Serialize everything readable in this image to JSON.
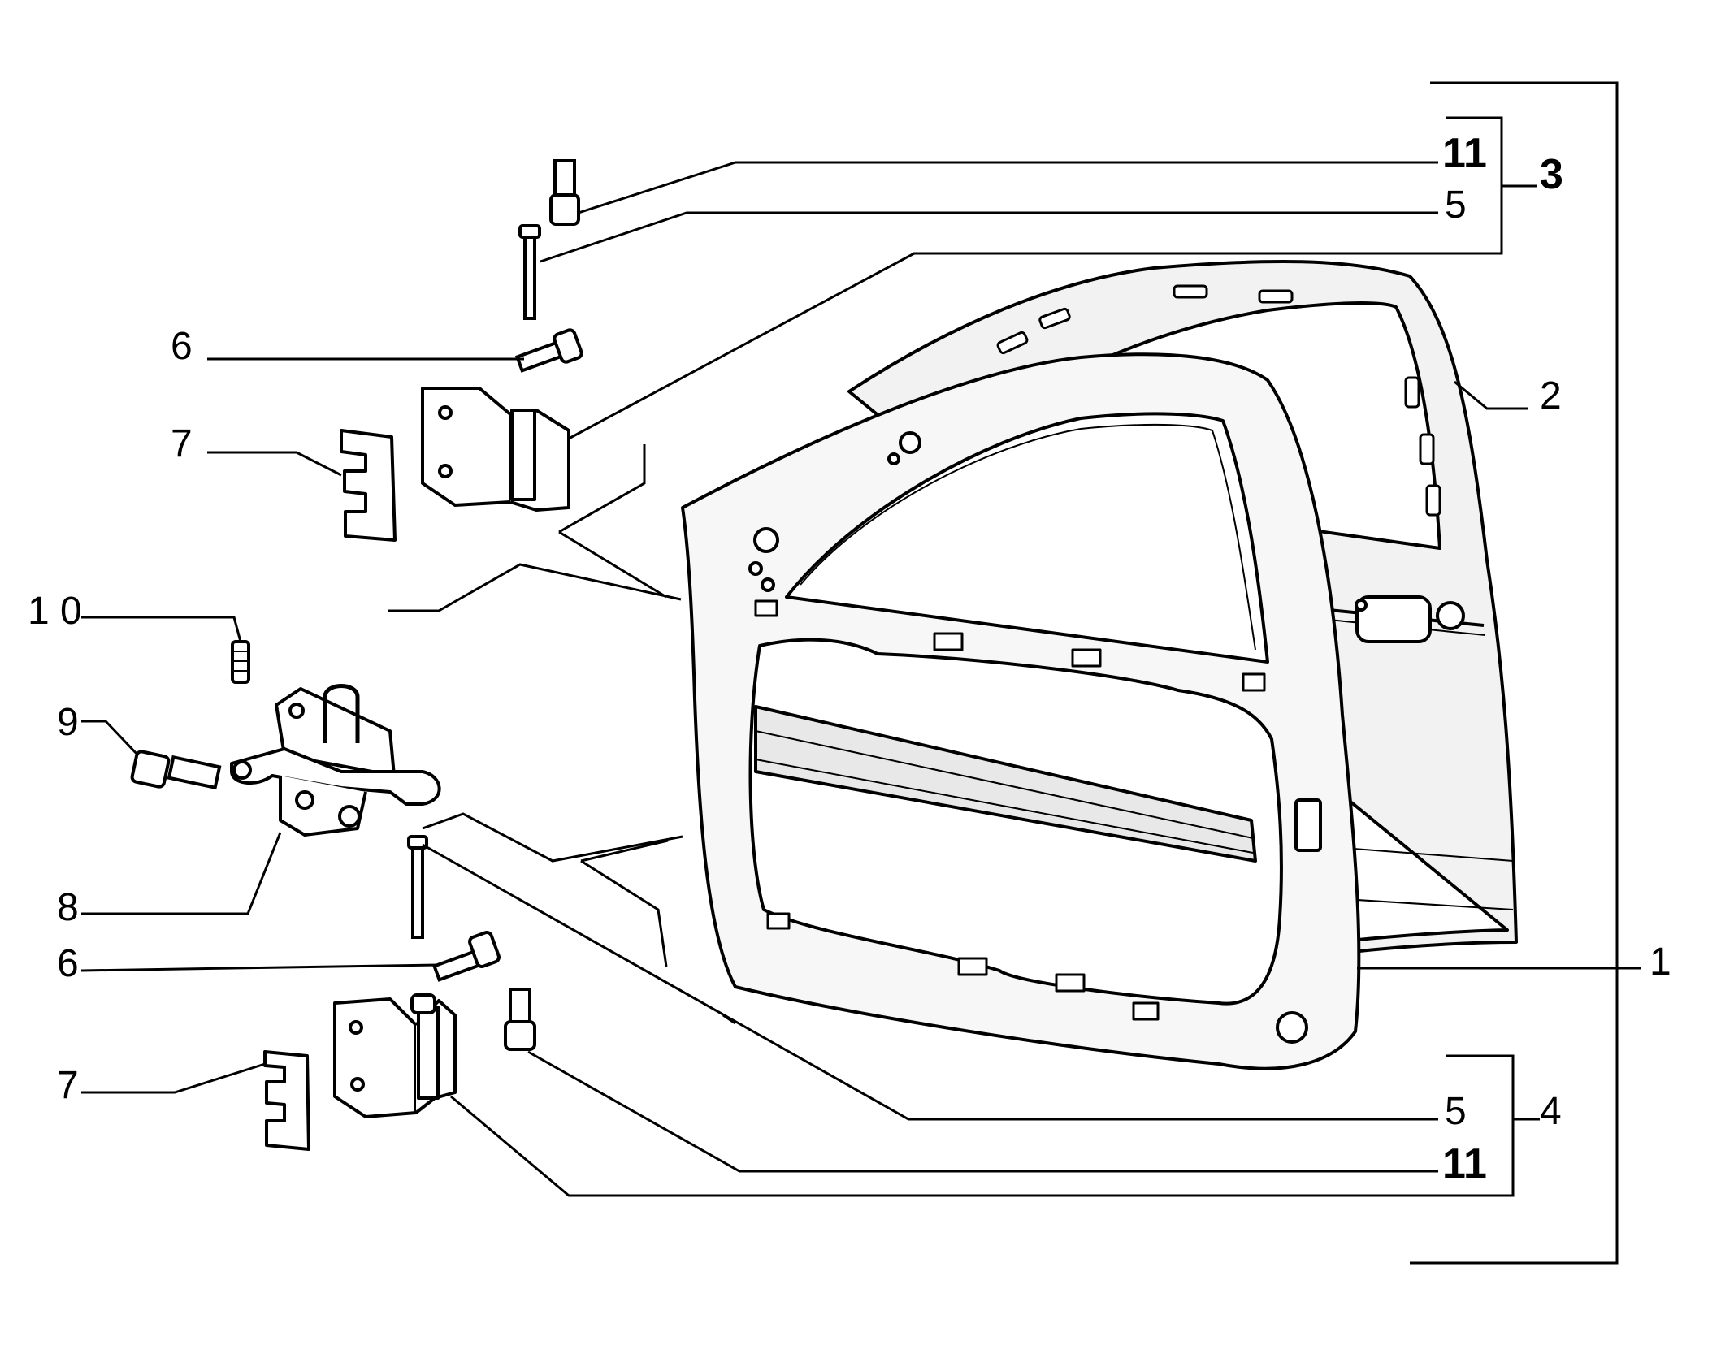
{
  "diagram": {
    "callouts": {
      "c1": "1",
      "c2": "2",
      "c3": "3",
      "c4": "4",
      "c5_upper": "5",
      "c5_lower": "5",
      "c6_upper": "6",
      "c6_lower": "6",
      "c7_upper": "7",
      "c7_lower": "7",
      "c8": "8",
      "c9": "9",
      "c10": "1 0",
      "c11_upper": "11",
      "c11_lower": "11"
    },
    "colors": {
      "ink": "#000000",
      "paper": "#ffffff",
      "panel": "#f2f2f2"
    }
  }
}
